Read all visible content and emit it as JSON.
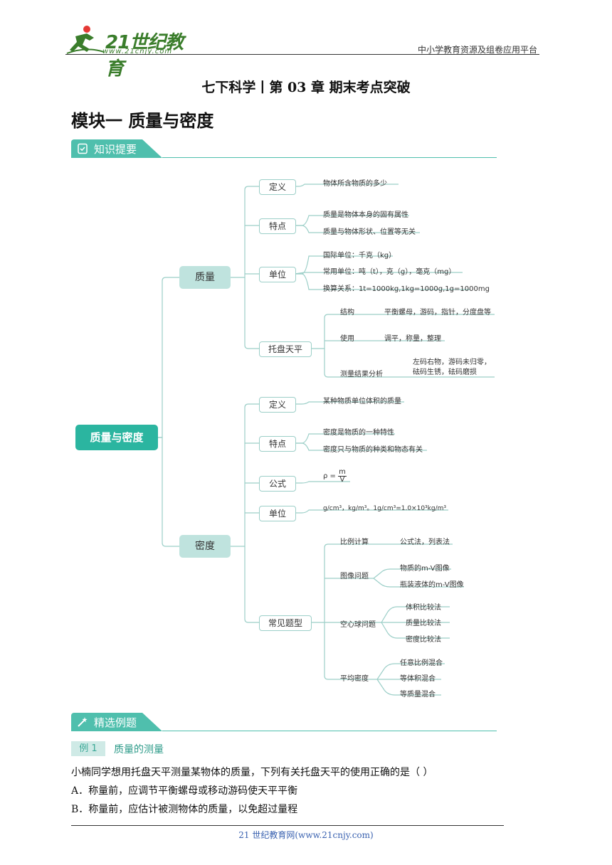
{
  "header": {
    "logo_text": "21世纪教育",
    "logo_url": "www.21cnjy.com",
    "platform": "中小学教育资源及组卷应用平台"
  },
  "page_title": "七下科学丨第 03 章  期末考点突破",
  "module_title": "模块一  质量与密度",
  "sections": {
    "knowledge": "知识提要",
    "examples": "精选例题"
  },
  "mindmap": {
    "root": "质量与密度",
    "mass": {
      "label": "质量",
      "definition": {
        "label": "定义",
        "text": "物体所含物质的多少"
      },
      "features": {
        "label": "特点",
        "items": [
          "质量是物体本身的固有属性",
          "质量与物体形状、位置等无关"
        ]
      },
      "units": {
        "label": "单位",
        "items": [
          "国际单位：千克（kg）",
          "常用单位：吨（t），克（g），毫克（mg）",
          "换算关系：1t=1000kg,1kg=1000g,1g=1000mg"
        ]
      },
      "balance": {
        "label": "托盘天平",
        "items": [
          {
            "label": "结构",
            "text": "平衡螺母，游码，指针，分度盘等"
          },
          {
            "label": "使用",
            "text": "调平，称量，整理"
          },
          {
            "label": "测量结果分析",
            "text_lines": [
              "左码右物，游码未归零，",
              "砝码生锈，砝码磨损"
            ]
          }
        ]
      }
    },
    "density": {
      "label": "密度",
      "definition": {
        "label": "定义",
        "text": "某种物质单位体积的质量"
      },
      "features": {
        "label": "特点",
        "items": [
          "密度是物质的一种特性",
          "密度只与物质的种类和物态有关"
        ]
      },
      "formula": {
        "label": "公式",
        "lhs": "ρ =",
        "num": "m",
        "den": "V"
      },
      "units": {
        "label": "单位",
        "text": "g/cm³，kg/m³。1g/cm³=1.0×10³kg/m³"
      },
      "problems": {
        "label": "常见题型",
        "items": [
          {
            "label": "比例计算",
            "children": [
              "公式法，列表法"
            ]
          },
          {
            "label": "图像问题",
            "children": [
              "物质的m-V图像",
              "瓶装液体的m-V图像"
            ]
          },
          {
            "label": "空心球问题",
            "children": [
              "体积比较法",
              "质量比较法",
              "密度比较法"
            ]
          },
          {
            "label": "平均密度",
            "children": [
              "任意比例混合",
              "等体积混合",
              "等质量混合"
            ]
          }
        ]
      }
    }
  },
  "example": {
    "tag": "例 1",
    "title": "质量的测量",
    "question": "小楠同学想用托盘天平测量某物体的质量，下列有关托盘天平的使用正确的是（        ）",
    "options": [
      "A．称量前，应调节平衡螺母或移动游码使天平平衡",
      "B．称量前，应估计被测物体的质量，以免超过量程"
    ]
  },
  "footer": "21 世纪教育网(www.21cnjy.com)",
  "colors": {
    "accent": "#4fbfad",
    "root": "#2bb5a0",
    "node_fill": "#bfe3de"
  }
}
